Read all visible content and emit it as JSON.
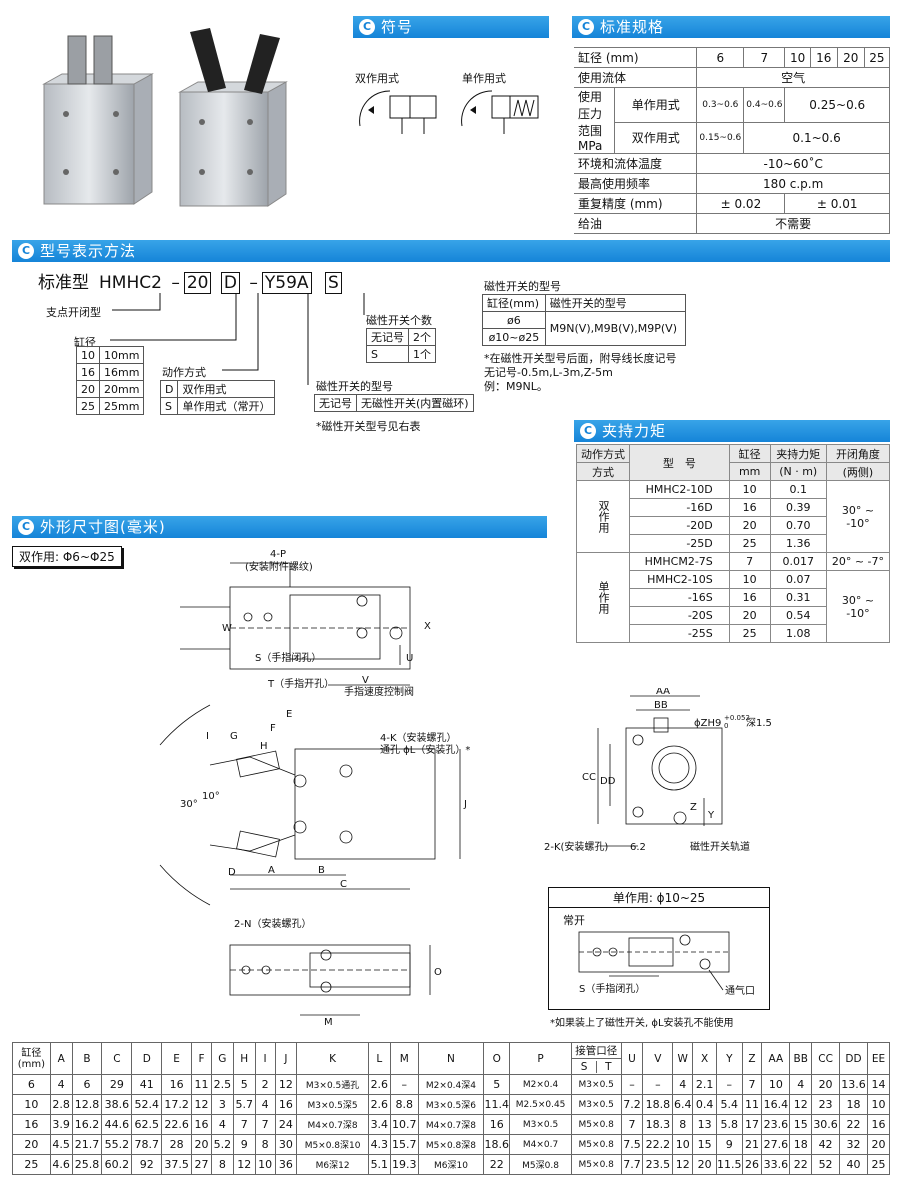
{
  "sections": {
    "symbol": "符号",
    "spec": "标准规格",
    "model": "型号表示方法",
    "grip": "夹持力矩",
    "outline": "外形尺寸图(毫米)"
  },
  "symbol": {
    "double": "双作用式",
    "single": "单作用式"
  },
  "spec": {
    "bore_label": "缸径 (mm)",
    "bores": [
      "6",
      "7",
      "10",
      "16",
      "20",
      "25"
    ],
    "fluid_label": "使用流体",
    "fluid": "空气",
    "pressure_label1": "使用压力",
    "pressure_label2": "范围MPa",
    "single_label": "单作用式",
    "single_a": "0.3~0.6",
    "single_b": "0.4~0.6",
    "single_c": "0.25~0.6",
    "double_label": "双作用式",
    "double_a": "0.15~0.6",
    "double_c": "0.1~0.6",
    "temp_label": "环境和流体温度",
    "temp": "-10~60˚C",
    "freq_label": "最高使用频率",
    "freq": "180 c.p.m",
    "repeat_label": "重复精度 (mm)",
    "repeat_a": "± 0.02",
    "repeat_b": "± 0.01",
    "oil_label": "给油",
    "oil": "不需要"
  },
  "model": {
    "std": "标准型",
    "p1": "HMHC2",
    "dash1": "–",
    "p2": "20",
    "p3": "D",
    "dash2": "–",
    "p4": "Y59A",
    "p5": "S",
    "pivot": "支点开闭型",
    "bore_head": "缸径",
    "bores": [
      [
        "10",
        "10mm"
      ],
      [
        "16",
        "16mm"
      ],
      [
        "20",
        "20mm"
      ],
      [
        "25",
        "25mm"
      ]
    ],
    "action_head": "动作方式",
    "actions": [
      [
        "D",
        "双作用式"
      ],
      [
        "S",
        "单作用式（常开）"
      ]
    ],
    "count_head": "磁性开关个数",
    "counts": [
      [
        "无记号",
        "2个"
      ],
      [
        "S",
        "1个"
      ]
    ],
    "sw_head": "磁性开关的型号",
    "sw_rows": [
      [
        "无记号",
        "无磁性开关(内置磁环)"
      ]
    ],
    "sw_note": "*磁性开关型号见右表",
    "sw2_title": "磁性开关的型号",
    "sw2_col1": "缸径(mm)",
    "sw2_col2": "磁性开关的型号",
    "sw2_b1": "ø6",
    "sw2_b2": "ø10~ø25",
    "sw2_models": "M9N(V),M9B(V),M9P(V)",
    "note1": "*在磁性开关型号后面，附导线长度记号",
    "note2": "无记号-0.5m,L-3m,Z-5m",
    "note3": "例：M9NL。"
  },
  "grip": {
    "h_action": "动作方式",
    "h_model": "型　号",
    "h_bore": "缸径",
    "h_bore_u": "mm",
    "h_force": "夹持力矩",
    "h_force_u": "(N · m)",
    "h_angle": "开闭角度",
    "h_angle_u": "(两侧)",
    "double": "双作用",
    "single": "单作用",
    "d_rows": [
      [
        "HMHC2-10D",
        "10",
        "0.1"
      ],
      [
        "-16D",
        "16",
        "0.39"
      ],
      [
        "-20D",
        "20",
        "0.70"
      ],
      [
        "-25D",
        "25",
        "1.36"
      ]
    ],
    "d_angle": "30° ~ -10°",
    "s7": [
      "HMHCM2-7S",
      "7",
      "0.017"
    ],
    "s7_angle": "20° ~ -7°",
    "s_rows": [
      [
        "HMHC2-10S",
        "10",
        "0.07"
      ],
      [
        "-16S",
        "16",
        "0.31"
      ],
      [
        "-20S",
        "20",
        "0.54"
      ],
      [
        "-25S",
        "25",
        "1.08"
      ]
    ],
    "s_angle": "30° ~ -10°"
  },
  "outline": {
    "label": "双作用: Φ6~Φ25",
    "single_title": "单作用: ϕ10~25",
    "normally_open": "常开",
    "note": "*如果装上了磁性开关, ϕL安装孔不能使用",
    "d_4p": "4-P",
    "d_4p_sub": "(安装附件螺纹)",
    "d_s": "S（手指闭孔）",
    "d_t": "T（手指开孔）",
    "d_valve": "手指速度控制阀",
    "d_4k": "4-K（安装螺孔）",
    "d_phil": "通孔 ϕL（安装孔）*",
    "d_2n": "2-N（安装螺孔）",
    "d_2k": "2-K(安装螺孔)",
    "d_rail": "磁性开关轨道",
    "d_zh": "ϕZH9",
    "d_zh_sup": "+0.052",
    "d_zh_sub": "0",
    "d_zh_deep": "深1.5",
    "d_port": "通气口",
    "d_s2": "S（手指闭孔）",
    "d_62": "6.2"
  },
  "dims": {
    "headers": [
      "缸径\n(mm)",
      "A",
      "B",
      "C",
      "D",
      "E",
      "F",
      "G",
      "H",
      "I",
      "J",
      "K",
      "L",
      "M",
      "N",
      "O",
      "P",
      "接管口径",
      "U",
      "V",
      "W",
      "X",
      "Y",
      "Z",
      "AA",
      "BB",
      "CC",
      "DD",
      "EE"
    ],
    "port_s": "S",
    "port_t": "T",
    "rows": [
      [
        "6",
        "4",
        "6",
        "29",
        "41",
        "16",
        "11",
        "2.5",
        "5",
        "2",
        "12",
        "M3×0.5通孔",
        "2.6",
        "–",
        "M2×0.4深4",
        "5",
        "M2×0.4",
        "M3×0.5",
        "–",
        "–",
        "4",
        "2.1",
        "–",
        "7",
        "10",
        "4",
        "20",
        "13.6",
        "14"
      ],
      [
        "10",
        "2.8",
        "12.8",
        "38.6",
        "52.4",
        "17.2",
        "12",
        "3",
        "5.7",
        "4",
        "16",
        "M3×0.5深5",
        "2.6",
        "8.8",
        "M3×0.5深6",
        "11.4",
        "M2.5×0.45",
        "M3×0.5",
        "7.2",
        "18.8",
        "6.4",
        "0.4",
        "5.4",
        "11",
        "16.4",
        "12",
        "23",
        "18",
        "10"
      ],
      [
        "16",
        "3.9",
        "16.2",
        "44.6",
        "62.5",
        "22.6",
        "16",
        "4",
        "7",
        "7",
        "24",
        "M4×0.7深8",
        "3.4",
        "10.7",
        "M4×0.7深8",
        "16",
        "M3×0.5",
        "M5×0.8",
        "7",
        "18.3",
        "8",
        "13",
        "5.8",
        "17",
        "23.6",
        "15",
        "30.6",
        "22",
        "16"
      ],
      [
        "20",
        "4.5",
        "21.7",
        "55.2",
        "78.7",
        "28",
        "20",
        "5.2",
        "9",
        "8",
        "30",
        "M5×0.8深10",
        "4.3",
        "15.7",
        "M5×0.8深8",
        "18.6",
        "M4×0.7",
        "M5×0.8",
        "7.5",
        "22.2",
        "10",
        "15",
        "9",
        "21",
        "27.6",
        "18",
        "42",
        "32",
        "20"
      ],
      [
        "25",
        "4.6",
        "25.8",
        "60.2",
        "92",
        "37.5",
        "27",
        "8",
        "12",
        "10",
        "36",
        "M6深12",
        "5.1",
        "19.3",
        "M6深10",
        "22",
        "M5深0.8",
        "M5×0.8",
        "7.7",
        "23.5",
        "12",
        "20",
        "11.5",
        "26",
        "33.6",
        "22",
        "52",
        "40",
        "25"
      ]
    ]
  }
}
